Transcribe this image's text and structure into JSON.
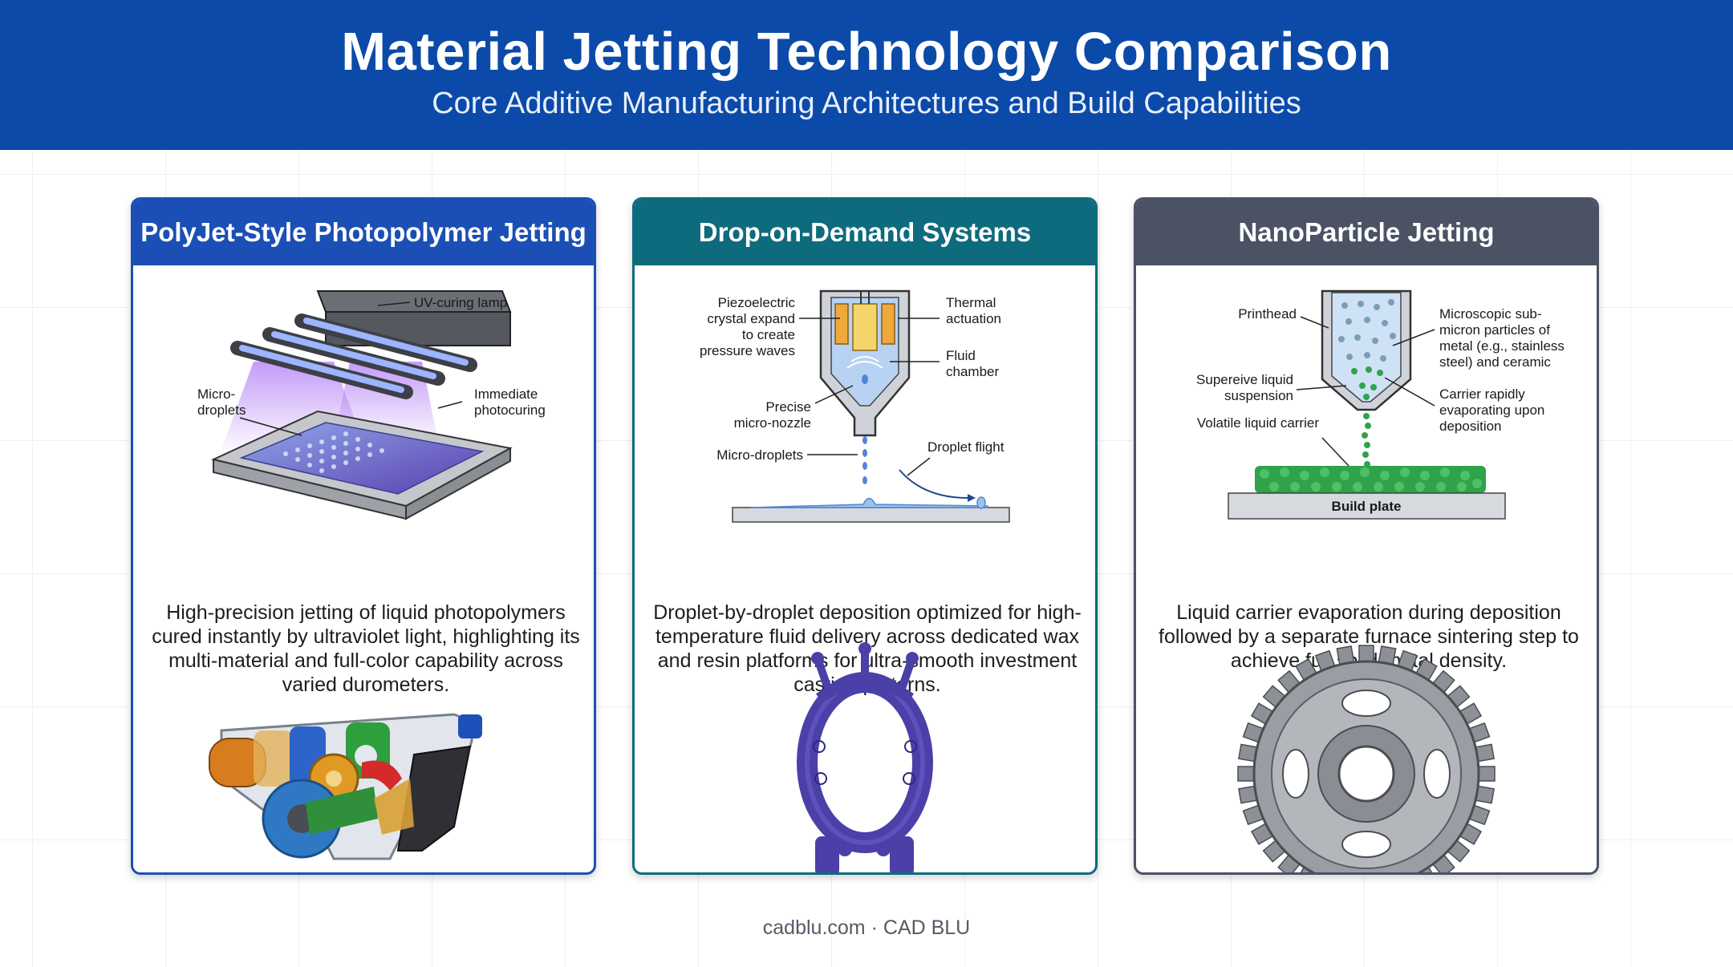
{
  "header": {
    "title": "Material Jetting Technology Comparison",
    "subtitle": "Core Additive Manufacturing Architectures and Build Capabilities"
  },
  "cards": [
    {
      "title": "PolyJet-Style Photopolymer Jetting",
      "labels": {
        "uv_lamp": "UV-curing lamp",
        "micro_1": "Micro-",
        "micro_2": "droplets",
        "immediate_1": "Immediate",
        "immediate_2": "photocuring"
      },
      "description": "High-precision jetting of liquid photopolymers cured instantly by ultraviolet light, highlighting its multi-material and full-color capability across varied durometers."
    },
    {
      "title": "Drop-on-Demand Systems",
      "labels": {
        "piezo_1": "Piezoelectric",
        "piezo_2": "crystal expand",
        "piezo_3": "to create",
        "piezo_4": "pressure waves",
        "thermal_1": "Thermal",
        "thermal_2": "actuation",
        "fluid_1": "Fluid",
        "fluid_2": "chamber",
        "nozzle_1": "Precise",
        "nozzle_2": "micro-nozzle",
        "droplets": "Micro-droplets",
        "flight": "Droplet flight"
      },
      "description": "Droplet-by-droplet deposition optimized for high-temperature fluid delivery across dedicated wax and resin platforms for ultra-smooth investment casting patterns."
    },
    {
      "title": "NanoParticle Jetting",
      "labels": {
        "printhead": "Printhead",
        "particles_1": "Microscopic sub-",
        "particles_2": "micron particles of",
        "particles_3": "metal (e.g., stainless",
        "particles_4": "steel) and ceramic",
        "suspension_1": "Supereive liquid",
        "suspension_2": "suspension",
        "carrier_1": "Carrier rapidly",
        "carrier_2": "evaporating upon",
        "carrier_3": "deposition",
        "volatile": "Volatile liquid carrier",
        "build_plate": "Build plate"
      },
      "description": "Liquid carrier evaporation during deposition followed by a separate furnace sintering step to achieve full solid-metal density."
    }
  ],
  "footer": "cadblu.com · CAD BLU",
  "colors": {
    "header_bg": "#0b4aa8",
    "card1": "#1b4fb5",
    "card2": "#0e6b7d",
    "card3": "#4a5264",
    "uv_glow": "#9b5cf0",
    "resin_purple": "#4b3fa8",
    "particle_green": "#2fa34a"
  }
}
